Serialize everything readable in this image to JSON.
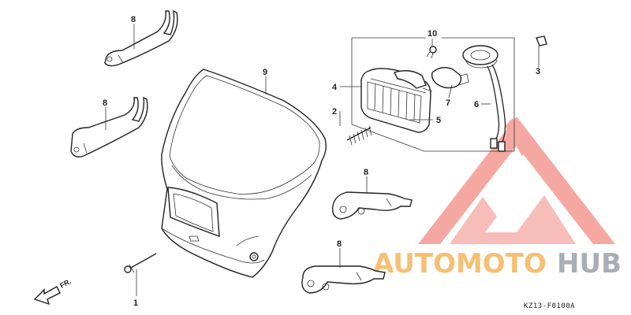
{
  "diagram": {
    "code": "KZ13-F0100A",
    "direction_label": "FR.",
    "watermark": {
      "part1": "AUTOMOTO",
      "part2": "HUB",
      "logo_color": "#f28b82",
      "text_color": "#f5b55a",
      "hub_color": "#9aa0a6"
    },
    "callouts": [
      {
        "id": "c1",
        "text": "1"
      },
      {
        "id": "c2",
        "text": "2"
      },
      {
        "id": "c3",
        "text": "3"
      },
      {
        "id": "c4",
        "text": "4"
      },
      {
        "id": "c5",
        "text": "5"
      },
      {
        "id": "c6",
        "text": "6"
      },
      {
        "id": "c7",
        "text": "7"
      },
      {
        "id": "c8a",
        "text": "8"
      },
      {
        "id": "c8b",
        "text": "8"
      },
      {
        "id": "c8c",
        "text": "8"
      },
      {
        "id": "c8d",
        "text": "8"
      },
      {
        "id": "c9",
        "text": "9"
      },
      {
        "id": "c10",
        "text": "10"
      }
    ]
  }
}
